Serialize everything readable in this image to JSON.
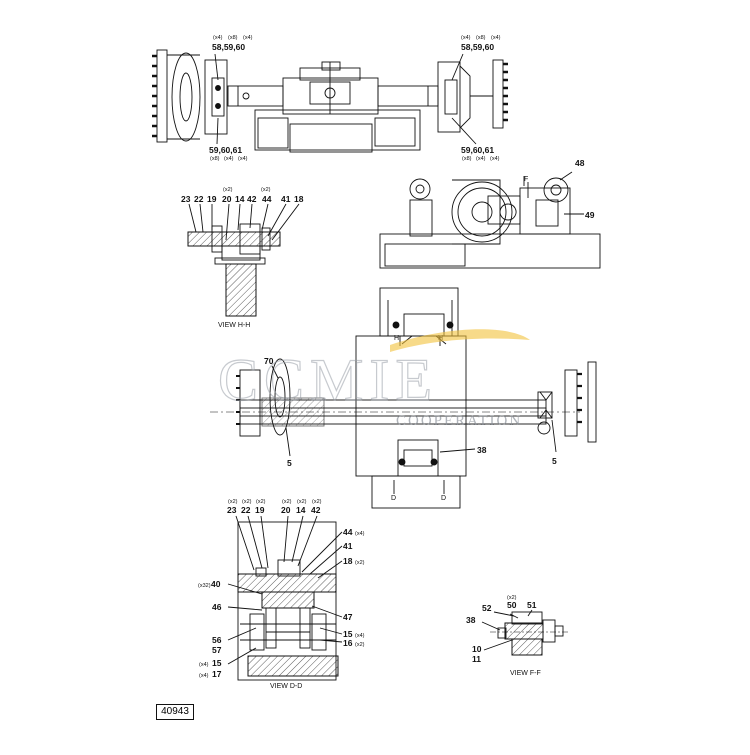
{
  "top_view": {
    "label_left_top": "58,59,60",
    "qty_left_top": [
      "(x4)",
      "(x8)",
      "(x4)"
    ],
    "label_right_top": "58,59,60",
    "qty_right_top": [
      "(x4)",
      "(x8)",
      "(x4)"
    ],
    "label_left_bottom": "59,60,61",
    "qty_left_bottom": [
      "(x8)",
      "(x4)",
      "(x4)"
    ],
    "label_right_bottom": "59,60,61",
    "qty_right_bottom": [
      "(x8)",
      "(x4)",
      "(x4)"
    ]
  },
  "view_hh": {
    "callouts": [
      "23",
      "22",
      "19",
      "20",
      "14",
      "42",
      "44",
      "41",
      "18"
    ],
    "qty_20": "(x2)",
    "qty_44": "(x2)",
    "caption": "VIEW H-H"
  },
  "side_view": {
    "callout_48": "48",
    "callout_49": "49",
    "label_f": "F"
  },
  "main_view": {
    "callout_70": "70",
    "callout_5_left": "5",
    "callout_5_right": "5",
    "callout_38": "38",
    "label_h_left": "H",
    "label_h_right": "H",
    "label_d_left": "D",
    "label_d_right": "D"
  },
  "view_dd": {
    "top_callouts": [
      "23",
      "22",
      "19",
      "20",
      "14",
      "42"
    ],
    "top_qty": [
      "(x2)",
      "(x2)",
      "(x2)",
      "(x2)",
      "(x2)",
      "(x2)"
    ],
    "c44": "44",
    "q44": "(x4)",
    "c41": "41",
    "c18": "18",
    "q18": "(x2)",
    "c40": "40",
    "q40": "(x32)",
    "c46": "46",
    "c47": "47",
    "c56": "56",
    "c57": "57",
    "c15a": "15",
    "q15a": "(x4)",
    "c16": "16",
    "q16": "(x2)",
    "c15b": "15",
    "q15b": "(x4)",
    "c17": "17",
    "q17": "(x4)",
    "caption": "VIEW D-D"
  },
  "view_ff": {
    "c52": "52",
    "c50": "50",
    "q50": "(x2)",
    "c51": "51",
    "c38": "38",
    "c10": "10",
    "c11": "11",
    "caption": "VIEW F-F"
  },
  "watermark": {
    "brand": "CCMIE",
    "tagline": "COOPERATION"
  },
  "document_number": "40943"
}
